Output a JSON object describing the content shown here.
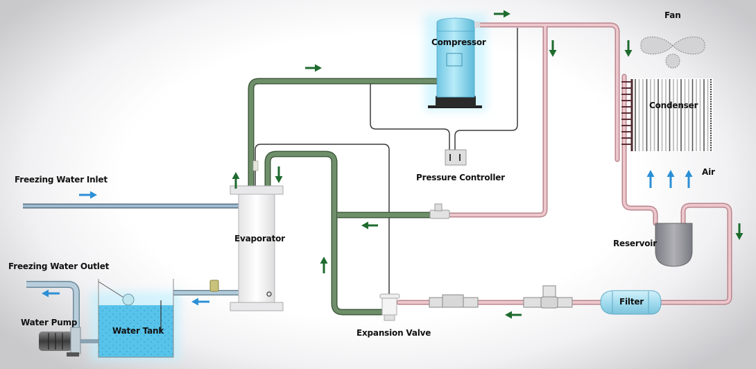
{
  "title": "Water Chiller Refrigeration Cycle",
  "labels": {
    "compressor": "Compressor",
    "fan": "Fan",
    "condenser": "Condenser",
    "air": "Air",
    "pressure_controller": "Pressure Controller",
    "freezing_water_inlet": "Freezing Water Inlet",
    "evaporator": "Evaporator",
    "reservoir": "Reservoir",
    "freezing_water_outlet": "Freezing Water Outlet",
    "water_pump": "Water Pump",
    "water_tank": "Water Tank",
    "expansion_valve": "Expansion Valve",
    "filter": "Filter"
  },
  "colors": {
    "low_pressure_pipe": "#5e7d58",
    "high_pressure_pipe": "#e3b7bd",
    "water_pipe": "#8aa7bd",
    "flow_arrow_refrigerant": "#1e6b2e",
    "flow_arrow_water": "#2b8fd6",
    "compressor_body": "#8fd3ea",
    "filter_body": "#a9e0f0",
    "water": "#5cc6ec",
    "reservoir_body": "#8e8e95"
  }
}
